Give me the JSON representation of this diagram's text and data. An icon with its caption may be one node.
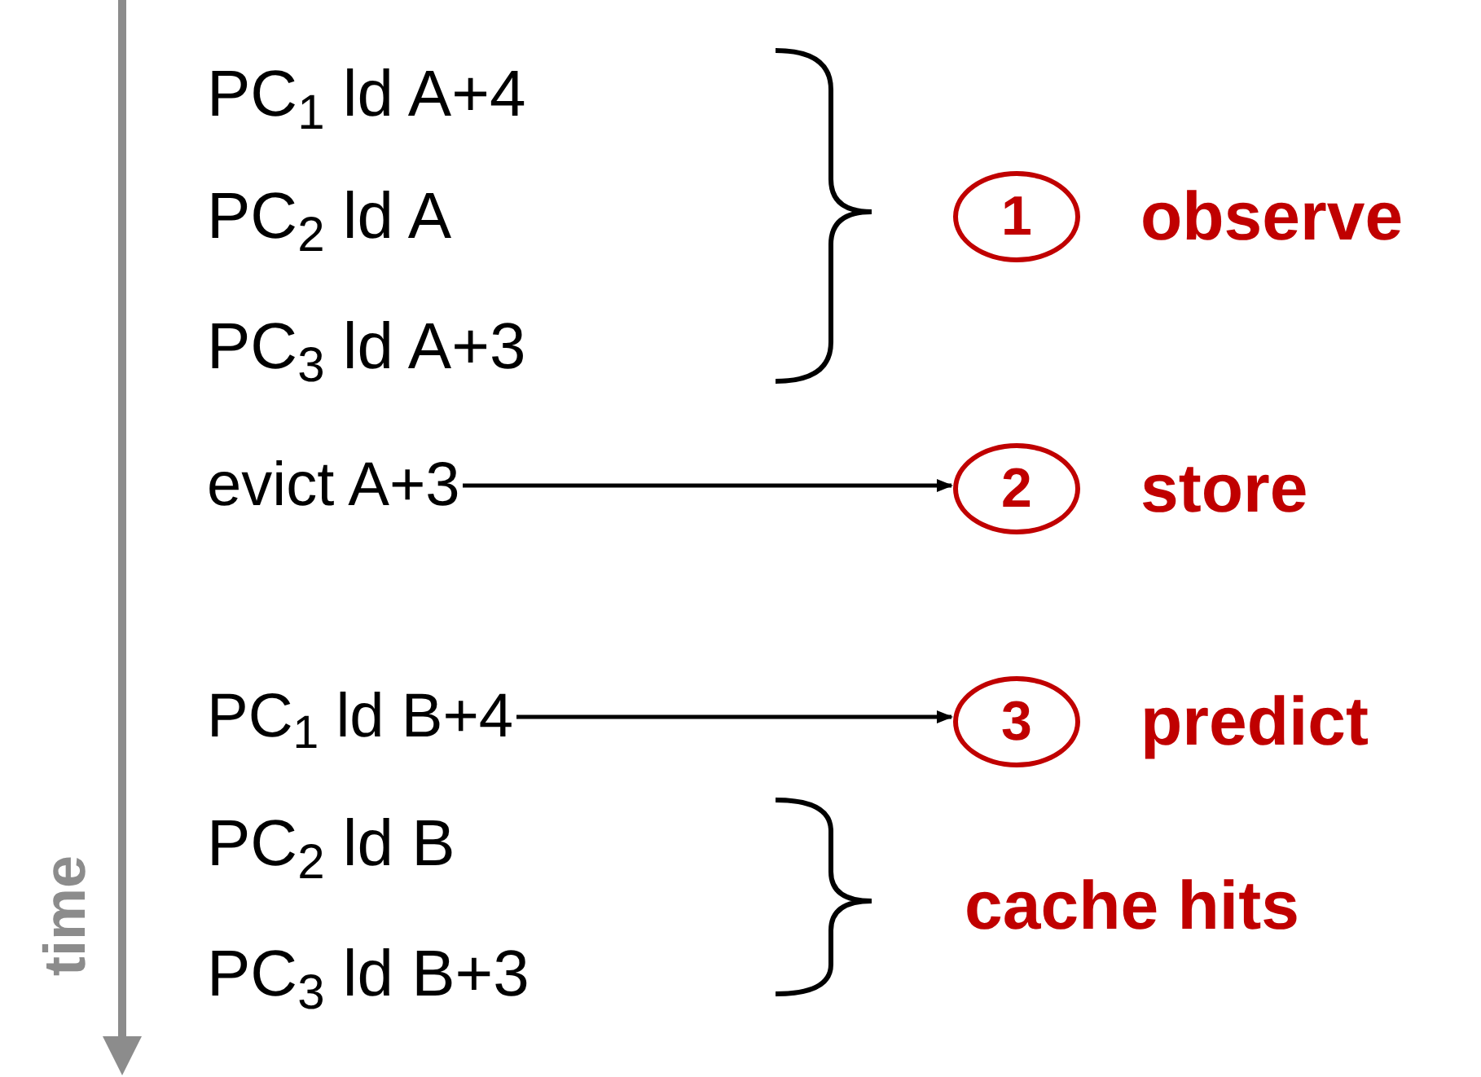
{
  "diagram": {
    "nodes": [
      {
        "text": [
          "1"
        ],
        "beside": [
          "observe"
        ]
      },
      {
        "text": [
          "evict A+3"
        ]
      },
      {
        "text": [
          "2"
        ],
        "beside": [
          "store"
        ]
      },
      {
        "text": [
          "PC$_{1}$ ld B+4"
        ]
      },
      {
        "text": [
          "3"
        ],
        "beside": [
          "predict"
        ]
      }
    ],
    "edges": [
      {
        "from": 1,
        "to": 2,
        "arrow": "to"
      },
      {
        "from": 3,
        "to": 4,
        "arrow": "to"
      }
    ],
    "labels": [
      "PC$_{1}$ ld A+4",
      "PC$_{2}$ ld A",
      "PC$_{3}$ ld A+3",
      "PC$_{2}$ ld B",
      "cache hits",
      "PC$_{3}$ ld B+3",
      "time"
    ]
  }
}
